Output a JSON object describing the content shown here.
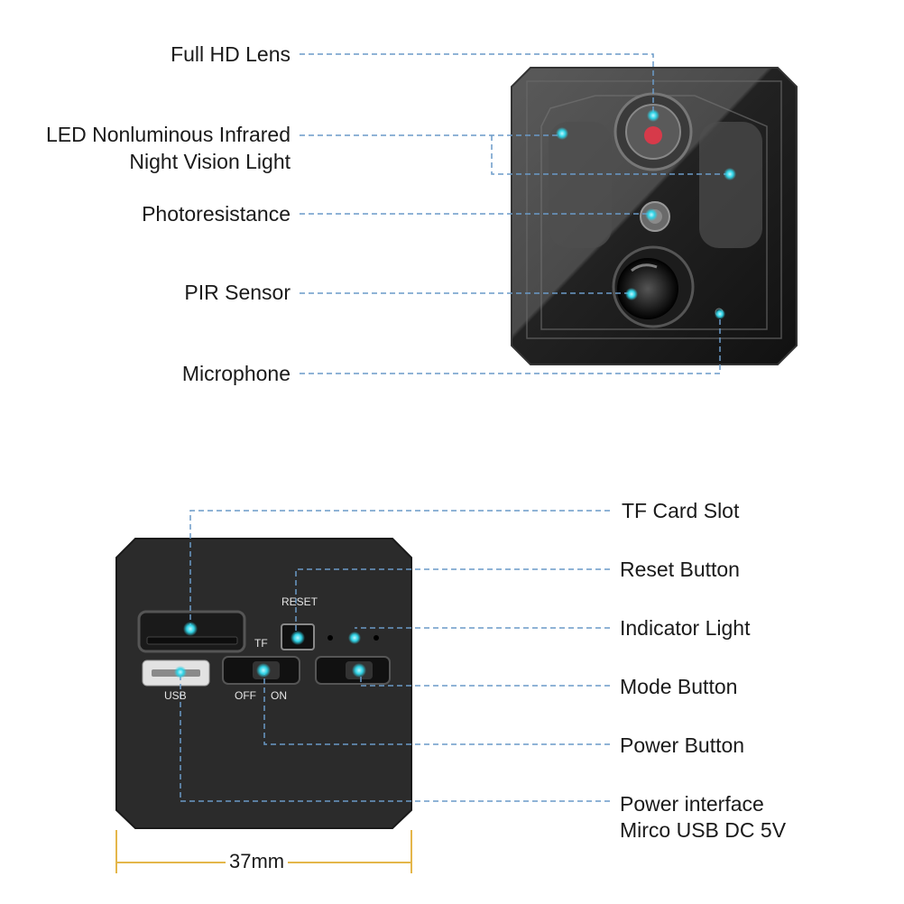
{
  "front_labels": {
    "full_hd_lens": "Full HD Lens",
    "led_line1": "LED Nonluminous Infrared",
    "led_line2": "Night Vision Light",
    "photoresistance": "Photoresistance",
    "pir_sensor": "PIR Sensor",
    "microphone": "Microphone"
  },
  "back_labels": {
    "tf_card_slot": "TF Card Slot",
    "reset_button": "Reset Button",
    "indicator_light": "Indicator Light",
    "mode_button": "Mode Button",
    "power_button": "Power Button",
    "power_interface_line1": "Power interface",
    "power_interface_line2": "Mirco USB DC 5V"
  },
  "device_text": {
    "reset": "RESET",
    "tf": "TF",
    "usb": "USB",
    "off": "OFF",
    "on": "ON"
  },
  "dimension": "37mm",
  "colors": {
    "leader_line": "#6a9ac8",
    "marker": "#2fd3e6",
    "dimension_line": "#e4b64a",
    "device_body": "#2b2b2b"
  }
}
